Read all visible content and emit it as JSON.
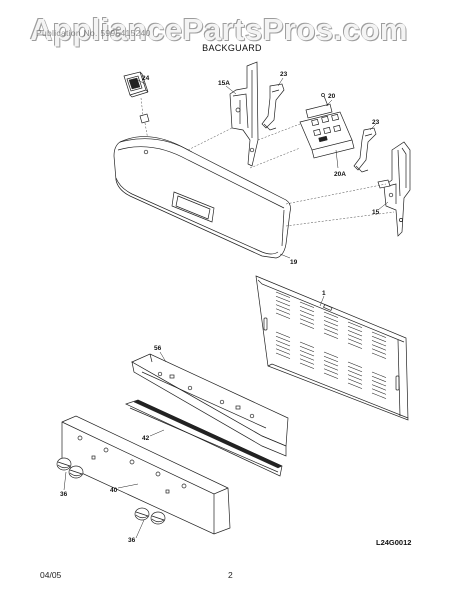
{
  "header": {
    "watermark": "AppliancePartsPros.com",
    "publication_line": "Publication No. 5995415240",
    "section_title": "BACKGUARD"
  },
  "callouts": {
    "c1": "1",
    "c15": "15",
    "c15a": "15A",
    "c19": "19",
    "c20": "20",
    "c20a": "20A",
    "c23a": "23",
    "c23b": "23",
    "c24": "24",
    "c36a": "36",
    "c36b": "36",
    "c40": "40",
    "c42": "42",
    "c56": "56"
  },
  "footer": {
    "date": "04/05",
    "page": "2",
    "diagram_code": "L24G0012"
  }
}
